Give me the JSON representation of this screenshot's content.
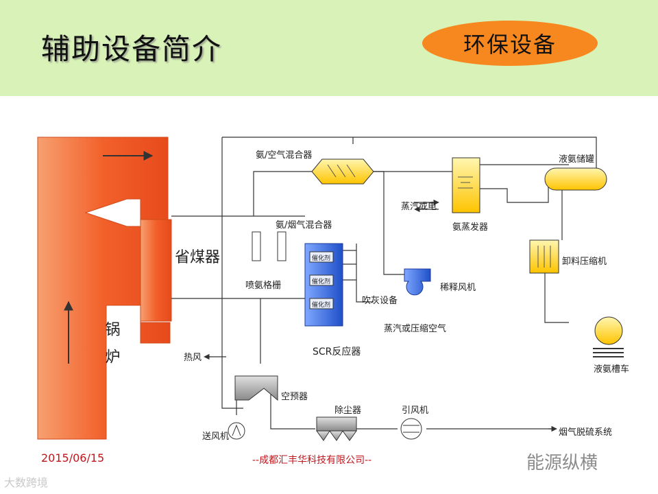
{
  "header": {
    "title": "辅助设备简介",
    "badge": "环保设备"
  },
  "diagram": {
    "boiler": "锅炉",
    "economizer": "省煤器",
    "ammonia_air_mixer": "氨/空气混合器",
    "ammonia_gas_mixer": "氨/烟气混合器",
    "ammonia_grid": "喷氨格栅",
    "catalyst": "催化剂",
    "soot_blower": "吹灰设备",
    "steam_or_air": "蒸汽或压缩空气",
    "scr_reactor": "SCR反应器",
    "dilution_fan": "稀释风机",
    "steam_or_elec": "蒸汽或电",
    "ammonia_evaporator": "氨蒸发器",
    "liquid_ammonia_tank": "液氨储罐",
    "unload_compressor": "卸料压缩机",
    "ammonia_truck": "液氨槽车",
    "hot_air": "热风",
    "air_preheater": "空预器",
    "forced_fan": "送风机",
    "dust_collector": "除尘器",
    "induced_fan": "引风机",
    "fgd": "烟气脱硫系统"
  },
  "footer": {
    "date": "2015/06/15",
    "company": "--成都汇丰华科技有限公司--"
  },
  "watermark": {
    "left": "大数跨境",
    "right": "能源纵横"
  },
  "colors": {
    "header_bg": "#d9f2b8",
    "badge": "#f7871f",
    "boiler": "#f2602a",
    "scr": "#2a5fd8",
    "yellow": "#ffd21f",
    "footer": "#c0151b"
  }
}
